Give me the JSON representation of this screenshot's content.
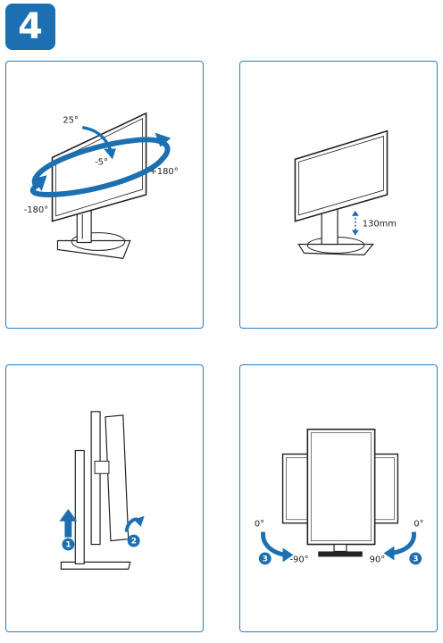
{
  "step": {
    "number": "4"
  },
  "panels": {
    "swivel_tilt": {
      "tilt_up": "25°",
      "tilt_down": "-5°",
      "swivel_right": "+180°",
      "swivel_left": "-180°"
    },
    "height": {
      "adjust": "130mm"
    },
    "lift": {
      "step1": "1",
      "step2": "2"
    },
    "pivot": {
      "left_start": "0°",
      "left_end": "-90°",
      "right_start": "0°",
      "right_end": "90°",
      "step_left": "3",
      "step_right": "3"
    }
  },
  "colors": {
    "accent": "#1c6fb1",
    "panel_border": "#2f7bbf",
    "line": "#222222"
  }
}
